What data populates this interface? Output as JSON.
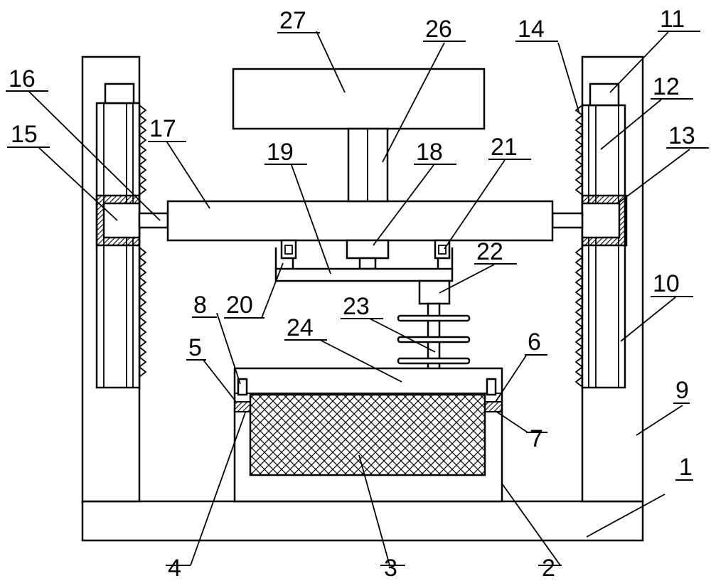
{
  "labels": {
    "l1": "1",
    "l2": "2",
    "l3": "3",
    "l4": "4",
    "l5": "5",
    "l6": "6",
    "l7": "7",
    "l8": "8",
    "l9": "9",
    "l10": "10",
    "l11": "11",
    "l12": "12",
    "l13": "13",
    "l14": "14",
    "l15": "15",
    "l16": "16",
    "l17": "17",
    "l18": "18",
    "l19": "19",
    "l20": "20",
    "l21": "21",
    "l22": "22",
    "l23": "23",
    "l24": "24",
    "l26": "26",
    "l27": "27"
  }
}
